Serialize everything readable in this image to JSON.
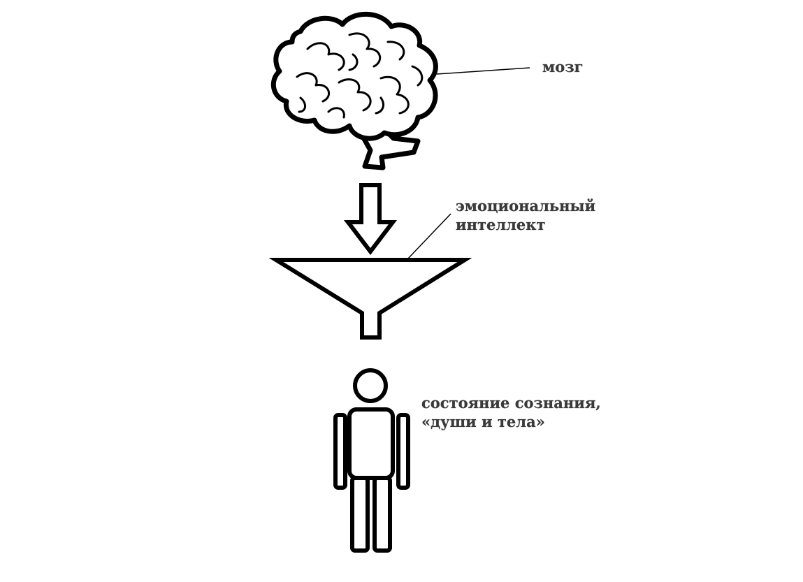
{
  "labels": {
    "brain": "мозг",
    "filter_line1": "эмоциональный",
    "filter_line2": "интеллект",
    "person_line1": "состояние сознания,",
    "person_line2": "«души и тела»"
  },
  "icons": {
    "brain": "brain-icon",
    "arrow": "arrow-down-icon",
    "funnel": "funnel-icon",
    "person": "person-icon"
  },
  "colors": {
    "stroke": "#000000",
    "text": "#3a3a3a",
    "background": "#ffffff"
  }
}
